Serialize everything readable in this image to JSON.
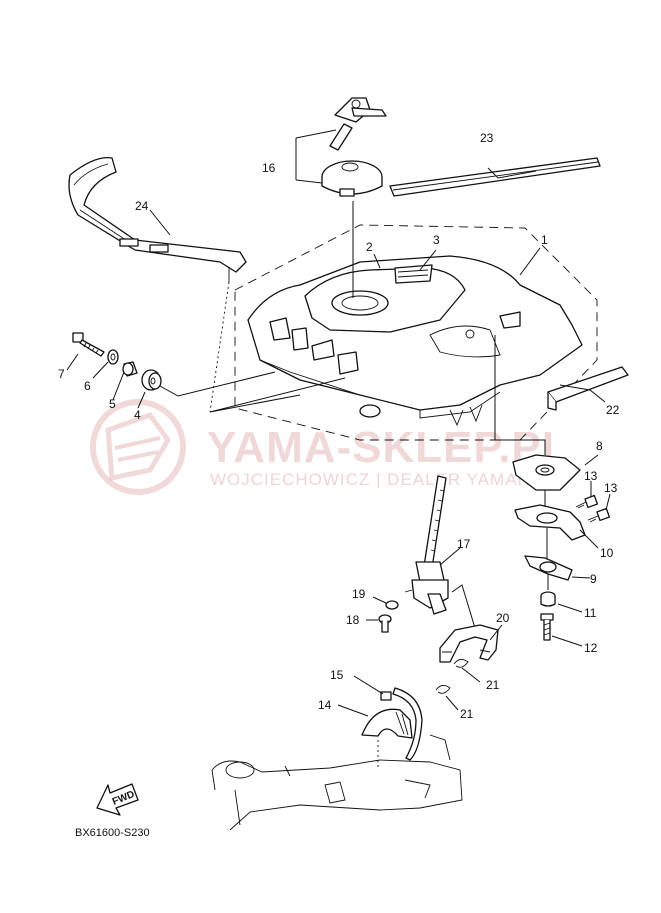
{
  "watermark": {
    "brand": "YAMA-SKLEP.PL",
    "tagline": "WOJCIECHOWICZ | DEALER YAMAHA",
    "color": "#e6b9b9"
  },
  "diagram_code": "BX61600-S230",
  "fwd_label": "FWD",
  "callouts": {
    "c1": "1",
    "c2": "2",
    "c3": "3",
    "c4": "4",
    "c5": "5",
    "c6": "6",
    "c7": "7",
    "c8": "8",
    "c9": "9",
    "c10": "10",
    "c11": "11",
    "c12": "12",
    "c13a": "13",
    "c13b": "13",
    "c14": "14",
    "c15": "15",
    "c16": "16",
    "c17": "17",
    "c18": "18",
    "c19": "19",
    "c20": "20",
    "c21a": "21",
    "c21b": "21",
    "c22": "22",
    "c23": "23",
    "c24": "24"
  }
}
